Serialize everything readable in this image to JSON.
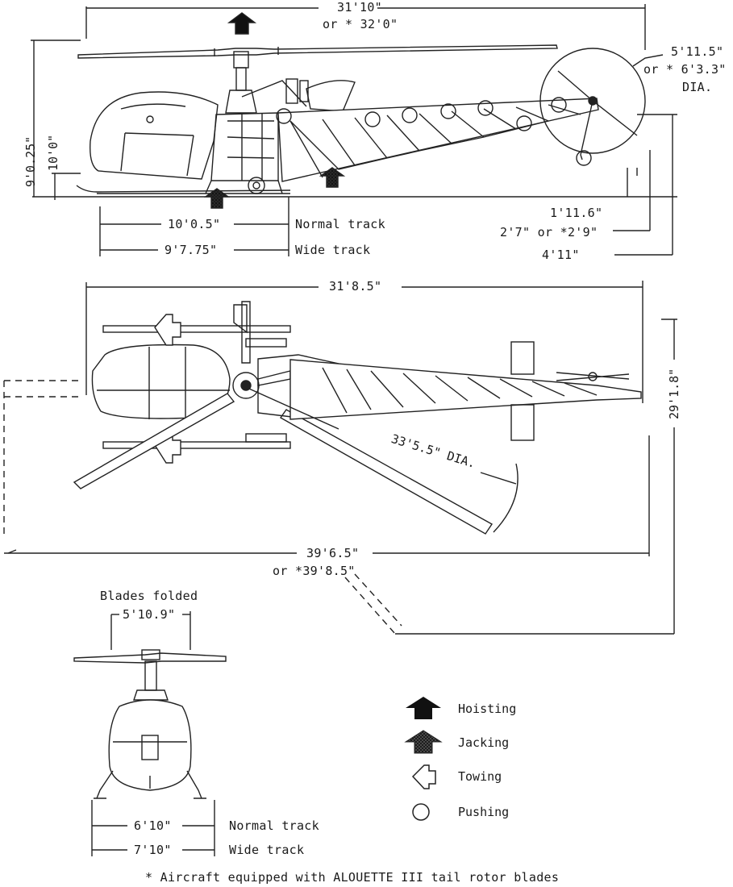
{
  "side_view": {
    "overall_length": "31'10\"",
    "overall_length_alt": "or * 32'0\"",
    "tail_rotor_dia": "5'11.5\"",
    "tail_rotor_dia_alt": "or * 6'3.3\"",
    "tail_rotor_dia_unit": "DIA.",
    "height_rotor": "9'0.25\"",
    "height_cabin": "10'0\"",
    "dim_a": "1'11.6\"",
    "dim_b": "2'7\" or *2'9\"",
    "dim_c": "4'11\"",
    "skid_normal": "10'0.5\"",
    "skid_normal_label": "Normal track",
    "skid_wide": "9'7.75\"",
    "skid_wide_label": "Wide track"
  },
  "top_view": {
    "fuselage_length": "31'8.5\"",
    "rotor_dia": "33'5.5\" DIA.",
    "width": "29'1.8\"",
    "overall_length": "39'6.5\"",
    "overall_length_alt": "or *39'8.5\""
  },
  "front_view": {
    "blades_folded": "Blades folded",
    "folded_width": "5'10.9\"",
    "track_normal": "6'10\"",
    "track_normal_label": "Normal track",
    "track_wide": "7'10\"",
    "track_wide_label": "Wide track"
  },
  "legend": [
    {
      "icon": "hoisting-arrow-icon",
      "label": "Hoisting"
    },
    {
      "icon": "jacking-arrow-icon",
      "label": "Jacking"
    },
    {
      "icon": "towing-arrow-icon",
      "label": "Towing"
    },
    {
      "icon": "pushing-circle-icon",
      "label": "Pushing"
    }
  ],
  "footnote": "* Aircraft equipped with ALOUETTE III tail rotor blades"
}
